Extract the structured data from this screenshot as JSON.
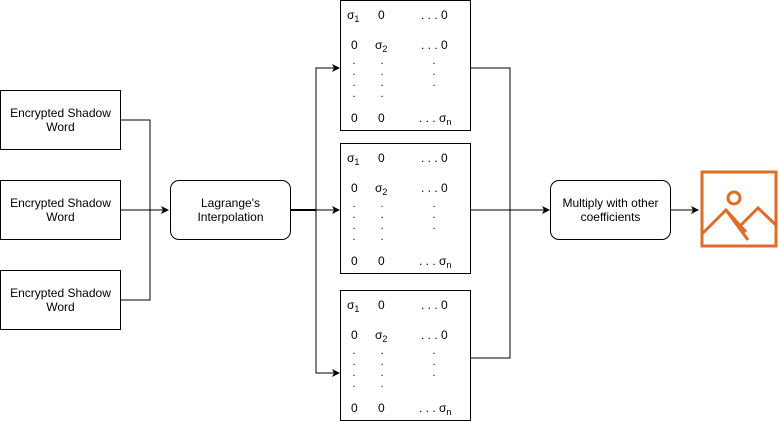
{
  "shadow_words": [
    {
      "label": "Encrypted Shadow Word"
    },
    {
      "label": "Encrypted Shadow Word"
    },
    {
      "label": "Encrypted Shadow Word"
    }
  ],
  "interpolation": {
    "label": "Lagrange's Interpolation"
  },
  "multiply": {
    "label": "Multiply with other coefficients"
  },
  "matrix": {
    "sigma": "σ",
    "sub1": "1",
    "sub2": "2",
    "subn": "n",
    "zero": "0",
    "ellipsis_zero": ". . . 0",
    "ellipsis": ". . . ",
    "vdot": "."
  },
  "output_icon": {
    "name": "image-icon",
    "color": "#e06b24"
  }
}
